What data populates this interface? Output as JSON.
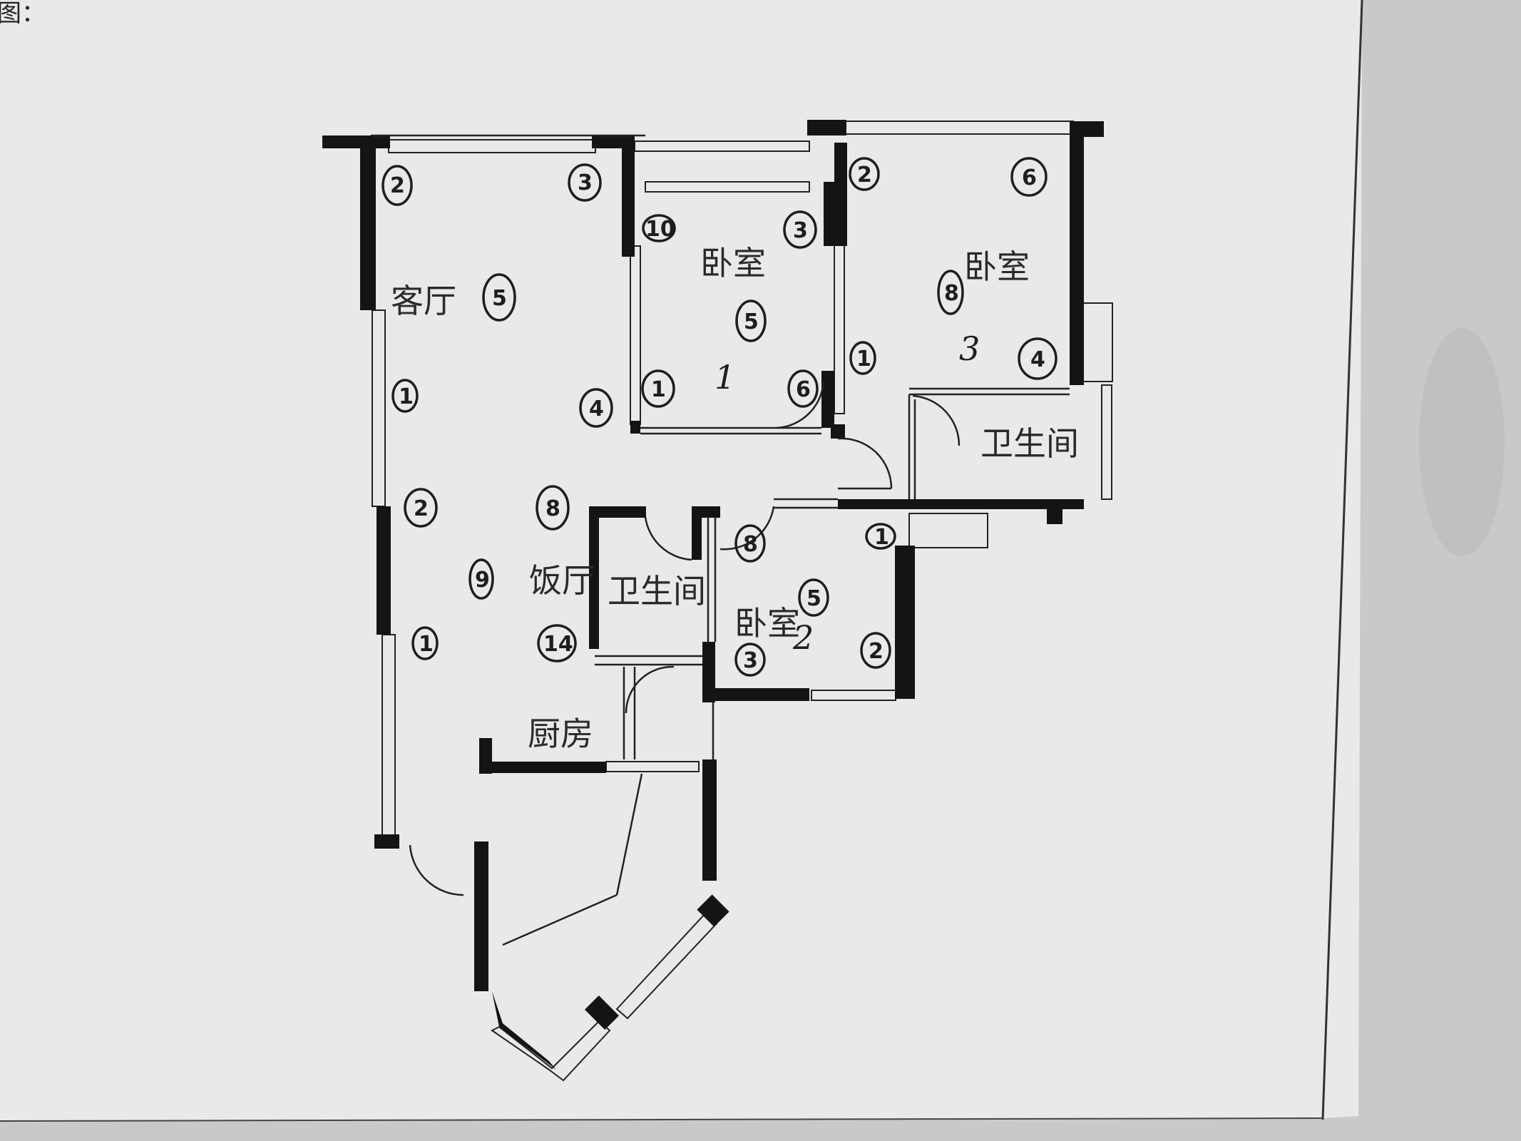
{
  "corner_text": "图：",
  "rooms": {
    "living_room": "客厅",
    "dining_room": "饭厅",
    "kitchen": "厨房",
    "bedroom_1": "卧室",
    "bedroom_2": "卧室",
    "bedroom_3": "卧室",
    "bathroom_1": "卫生间",
    "bathroom_2": "卫生间"
  },
  "bedroom_numbers": {
    "bedroom_1": "1",
    "bedroom_2": "2",
    "bedroom_3": "3"
  },
  "circled_marks": {
    "living": [
      "2",
      "3",
      "5",
      "1",
      "4",
      "2",
      "8",
      "9",
      "1",
      "14"
    ],
    "bedroom_1": [
      "10",
      "3",
      "5",
      "1",
      "6"
    ],
    "bedroom_3": [
      "2",
      "6",
      "8",
      "1",
      "4"
    ],
    "bedroom_2": [
      "8",
      "1",
      "5",
      "3",
      "2"
    ]
  },
  "colors": {
    "paper": "#e9e9e9",
    "background": "#c9c9c9",
    "wall": "#141414",
    "ink": "#1e1e1e"
  }
}
